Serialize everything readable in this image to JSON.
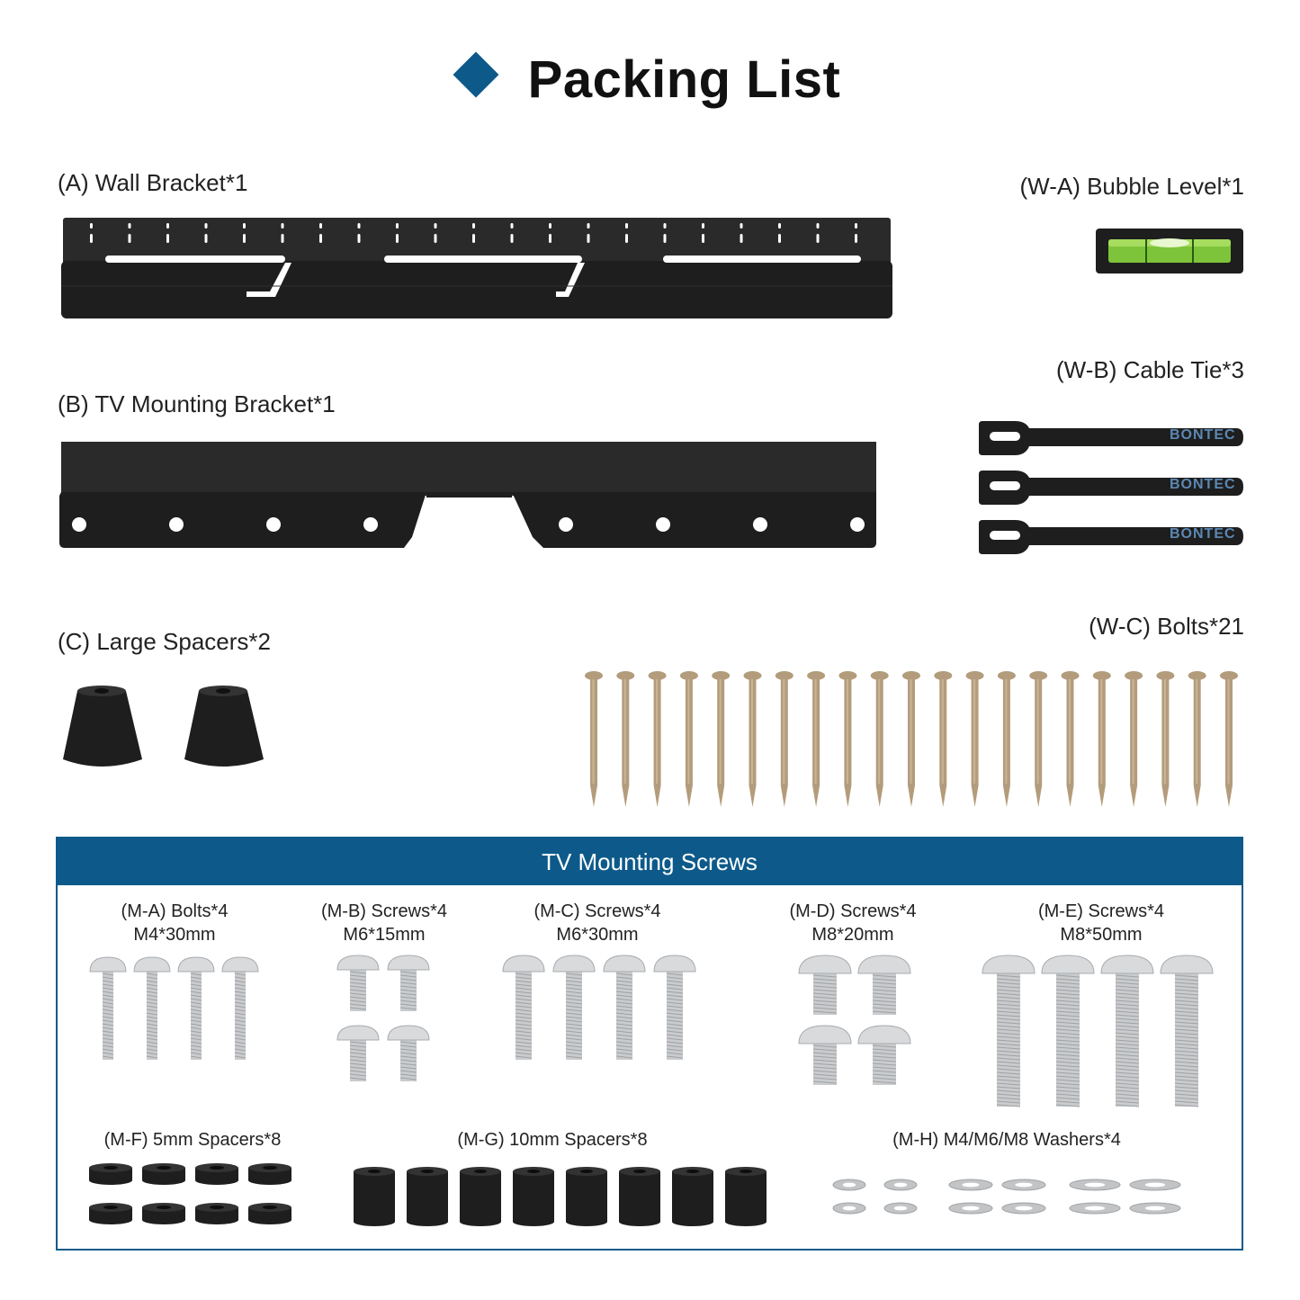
{
  "title": "Packing List",
  "parts": {
    "wall_bracket": "(A) Wall Bracket*1",
    "tv_bracket": "(B) TV Mounting Bracket*1",
    "large_spacers": "(C) Large Spacers*2",
    "bubble_level": "(W-A) Bubble Level*1",
    "cable_tie": "(W-B) Cable Tie*3",
    "wall_bolts": "(W-C) Bolts*21"
  },
  "cable_tie_brand": "BONTEC",
  "panel": {
    "title": "TV Mounting Screws",
    "items": [
      {
        "name": "(M-A) Bolts*4",
        "size": "M4*30mm"
      },
      {
        "name": "(M-B) Screws*4",
        "size": "M6*15mm"
      },
      {
        "name": "(M-C) Screws*4",
        "size": "M6*30mm"
      },
      {
        "name": "(M-D) Screws*4",
        "size": "M8*20mm"
      },
      {
        "name": "(M-E) Screws*4",
        "size": "M8*50mm"
      }
    ],
    "spacers_5mm": "(M-F) 5mm Spacers*8",
    "spacers_10mm": "(M-G) 10mm Spacers*8",
    "washers": "(M-H) M4/M6/M8 Washers*4"
  },
  "colors": {
    "accent": "#0d5a8a",
    "hardware_black": "#1e1e1e",
    "bolt_tan": "#b39c7c",
    "steel": "#c9cbcd",
    "level_green": "#7ec43a"
  }
}
